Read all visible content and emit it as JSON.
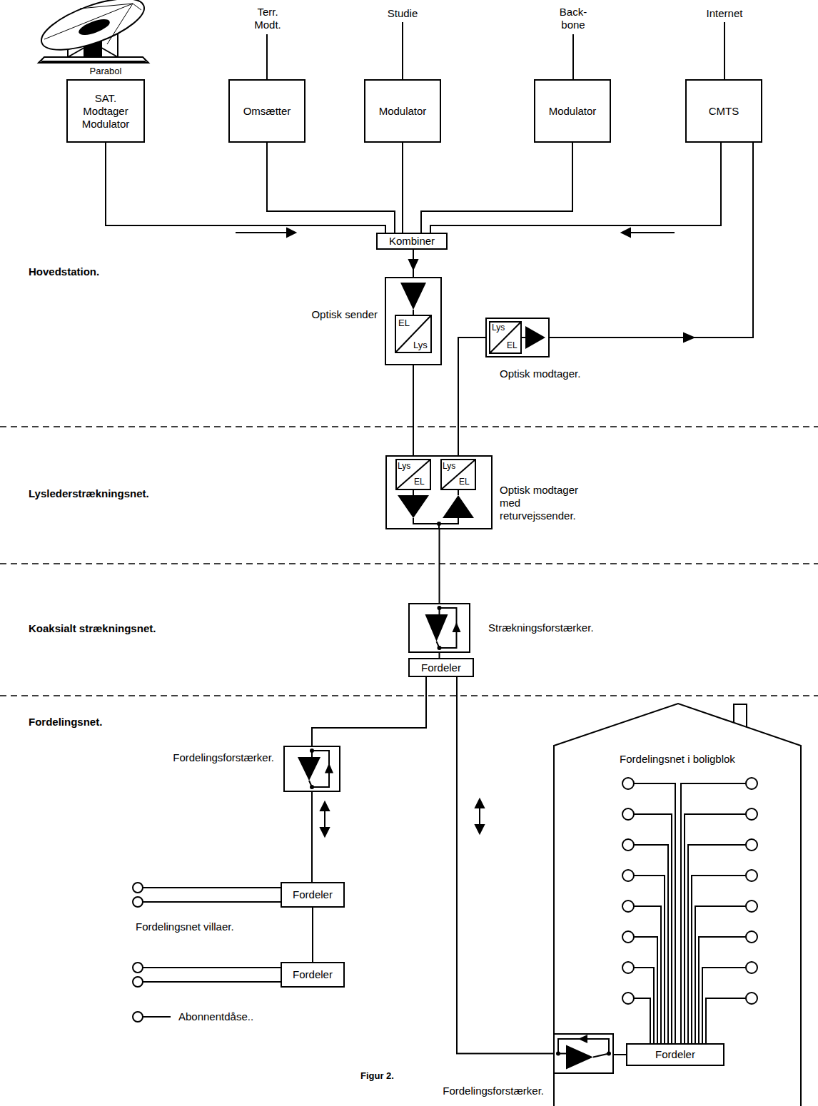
{
  "diagram": {
    "caption": "Figur 2.",
    "nodes": [
      {
        "text": [
          "SAT. Modtager Modulator"
        ]
      },
      {
        "text": [
          "Omsætter"
        ]
      },
      {
        "text": [
          "Modulator"
        ]
      },
      {
        "text": [
          "Modulator"
        ]
      },
      {
        "text": [
          "CMTS"
        ]
      },
      {
        "text": [
          "Kombiner"
        ]
      },
      {
        "text": [
          "Optisk sender",
          "EL",
          "Lys"
        ]
      },
      {
        "text": [
          "Lys",
          "EL",
          "Optisk modtager."
        ]
      },
      {
        "text": [
          "Lys",
          "EL",
          "Lys",
          "EL",
          "Optisk modtager med returvejssender."
        ]
      },
      {
        "text": [
          "Strækningsforstærker."
        ]
      },
      {
        "text": [
          "Fordeler"
        ]
      },
      {
        "text": [
          "Fordelingsforstærker."
        ]
      },
      {
        "text": [
          "Fordeler"
        ]
      },
      {
        "text": [
          "Fordeler"
        ]
      },
      {
        "text": [
          "Fordelingsnet i boligblok"
        ]
      },
      {
        "text": [
          "Fordeler"
        ],
        "in": 14
      },
      {
        "text": [
          "Fordelingsforstærker."
        ]
      }
    ],
    "edges": [
      {
        "from": 0,
        "to": 5,
        "arrow": "none"
      },
      {
        "from": 1,
        "to": 5,
        "arrow": "none"
      },
      {
        "from": 2,
        "to": 5,
        "arrow": "none"
      },
      {
        "from": 3,
        "to": 5,
        "arrow": "none"
      },
      {
        "from": 4,
        "to": 5,
        "arrow": "none"
      },
      {
        "from": 5,
        "to": 6,
        "arrow": "none"
      },
      {
        "from": 6,
        "to": 8,
        "arrow": "none"
      },
      {
        "from": 8,
        "to": 7,
        "arrow": "none"
      },
      {
        "from": 7,
        "to": 4,
        "arrow": "none"
      },
      {
        "from": 8,
        "to": 9,
        "arrow": "none"
      },
      {
        "from": 9,
        "to": 10,
        "arrow": "none"
      },
      {
        "from": 10,
        "to": 11,
        "arrow": "none"
      },
      {
        "from": 10,
        "to": 16,
        "arrow": "none"
      },
      {
        "from": 11,
        "to": 12,
        "arrow": "none"
      },
      {
        "from": 12,
        "to": 13,
        "arrow": "none"
      },
      {
        "from": 16,
        "to": 15,
        "arrow": "none"
      }
    ],
    "labels": [
      "Terr. Modt.",
      "Studie",
      "Back-bone",
      "Internet",
      "Parabol",
      "Hovedstation.",
      "Lyslederstrækningsnet.",
      "Koaksialt strækningsnet.",
      "Fordelingsnet.",
      "Fordelingsnet villaer."
    ],
    "legend": [
      {
        "text": "Abonnentdåse.."
      }
    ]
  }
}
